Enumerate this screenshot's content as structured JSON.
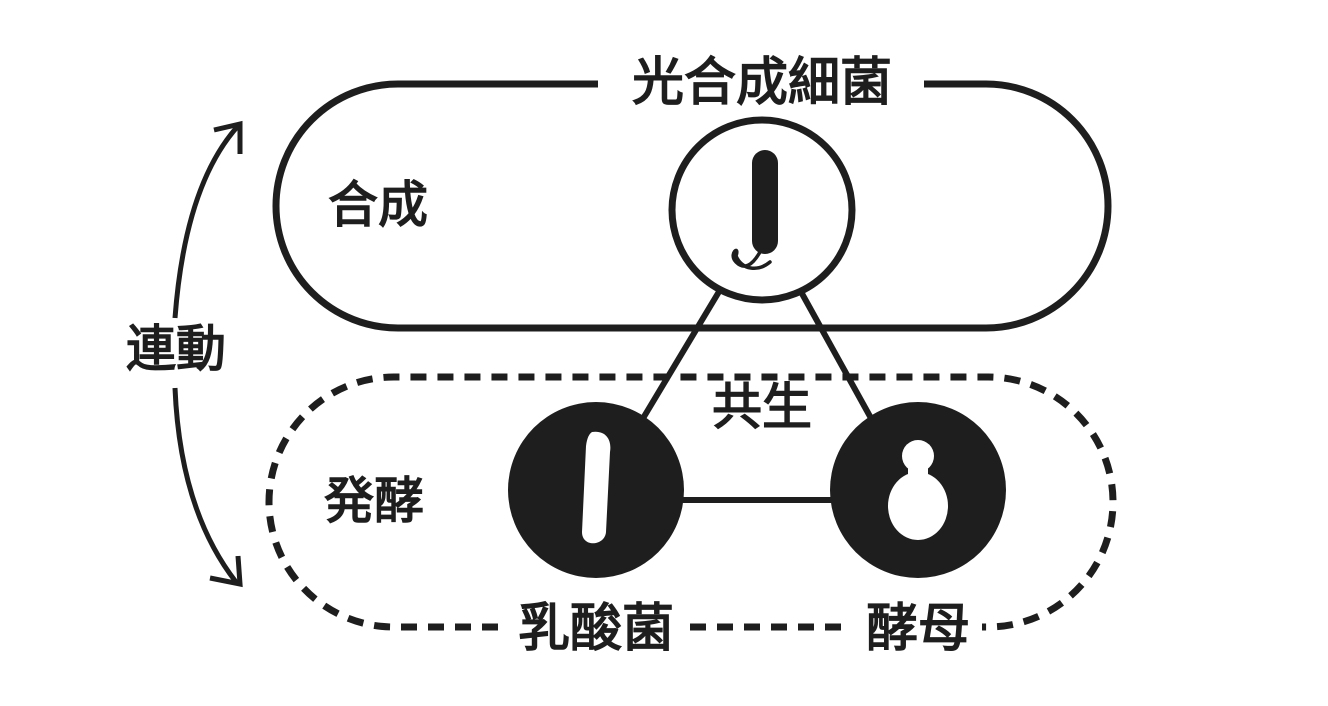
{
  "title": "光合成細菌",
  "zones": {
    "top_label": "合成",
    "bottom_label": "発酵"
  },
  "side_label": "連動",
  "center_label": "共生",
  "organisms": {
    "lactic": "乳酸菌",
    "yeast": "酵母"
  },
  "colors": {
    "ink": "#1e1e1e",
    "background": "#ffffff"
  }
}
